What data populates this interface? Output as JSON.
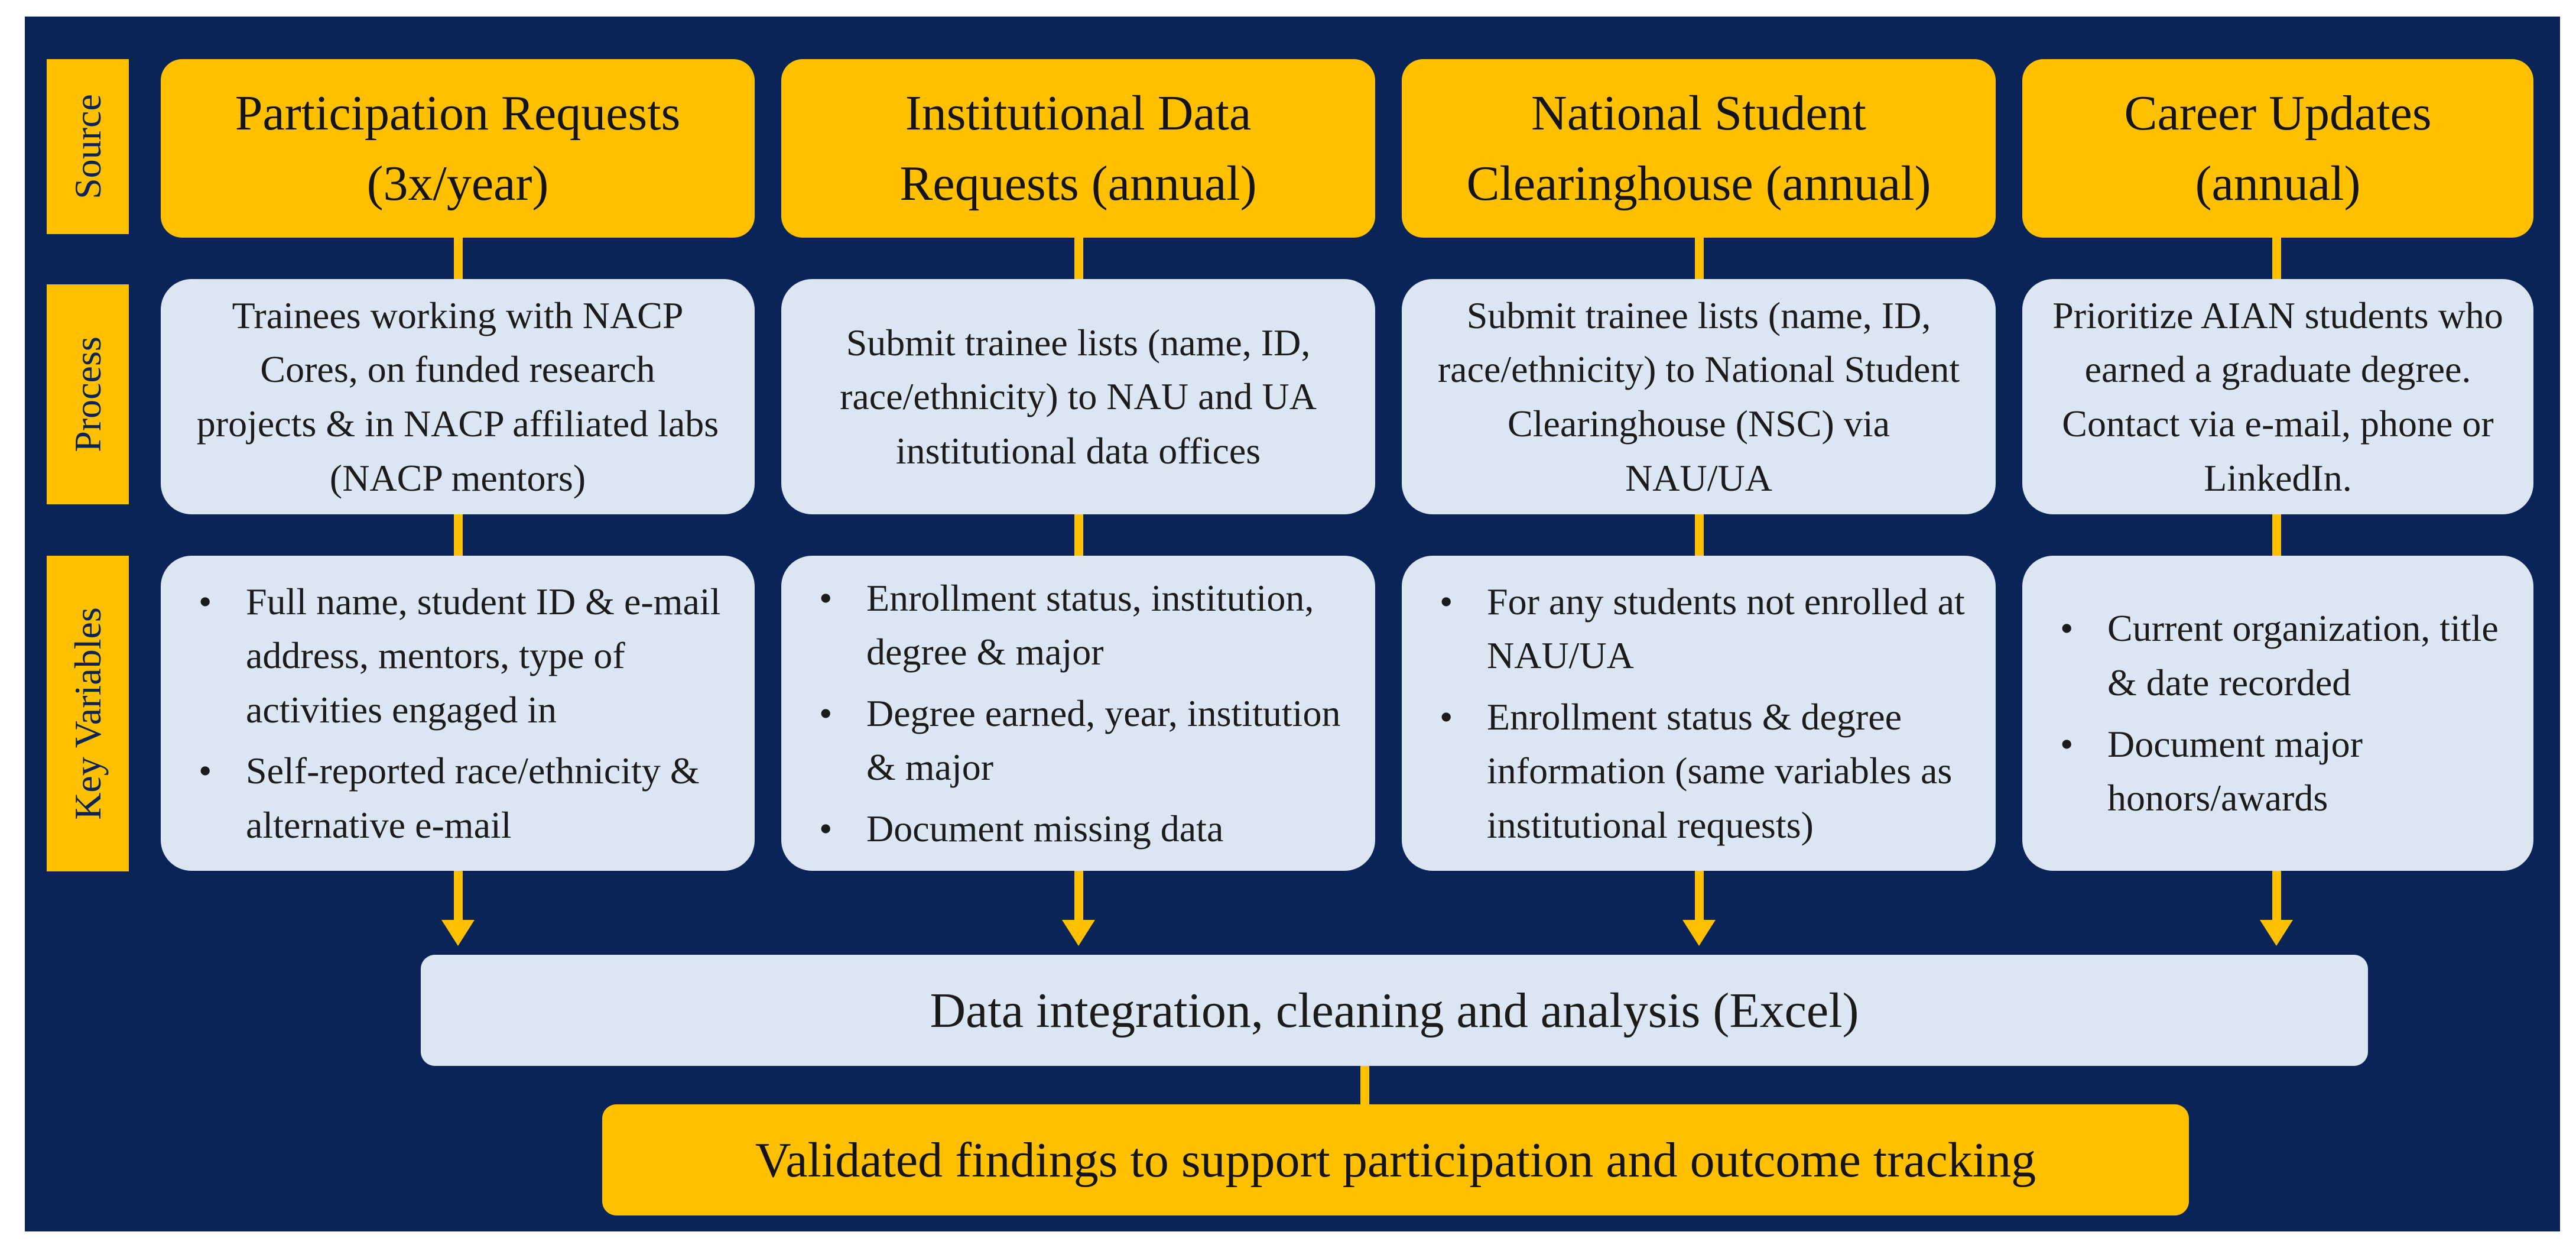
{
  "row_labels": {
    "source": "Source",
    "process": "Process",
    "key_variables": "Key Variables"
  },
  "columns": [
    {
      "source_line1": "Participation Requests",
      "source_line2": "(3x/year)",
      "process": "Trainees working with NACP Cores, on funded research projects & in NACP affiliated labs (NACP mentors)",
      "key_variables": [
        "Full name, student ID & e-mail address, mentors, type of activities engaged in",
        "Self-reported race/ethnicity & alternative e-mail"
      ]
    },
    {
      "source_line1": "Institutional Data",
      "source_line2": "Requests (annual)",
      "process": "Submit trainee lists (name, ID, race/ethnicity) to NAU and UA institutional data offices",
      "key_variables": [
        "Enrollment status, institution, degree & major",
        "Degree earned, year, institution & major",
        "Document missing data"
      ]
    },
    {
      "source_line1": "National Student",
      "source_line2": "Clearinghouse (annual)",
      "process": "Submit trainee lists (name, ID, race/ethnicity) to National Student Clearinghouse (NSC) via NAU/UA",
      "key_variables": [
        "For any students not enrolled at NAU/UA",
        "Enrollment status & degree information (same variables as institutional requests)"
      ]
    },
    {
      "source_line1": "Career Updates",
      "source_line2": "(annual)",
      "process": "Prioritize AIAN students who earned a graduate degree. Contact via e-mail, phone or LinkedIn.",
      "key_variables": [
        "Current organization, title & date recorded",
        "Document major honors/awards"
      ]
    }
  ],
  "integration": "Data integration, cleaning and analysis (Excel)",
  "validated": "Validated findings to support participation and outcome tracking",
  "colors": {
    "background": "#0b2458",
    "accent": "#ffc000",
    "box": "#dce6f2"
  }
}
